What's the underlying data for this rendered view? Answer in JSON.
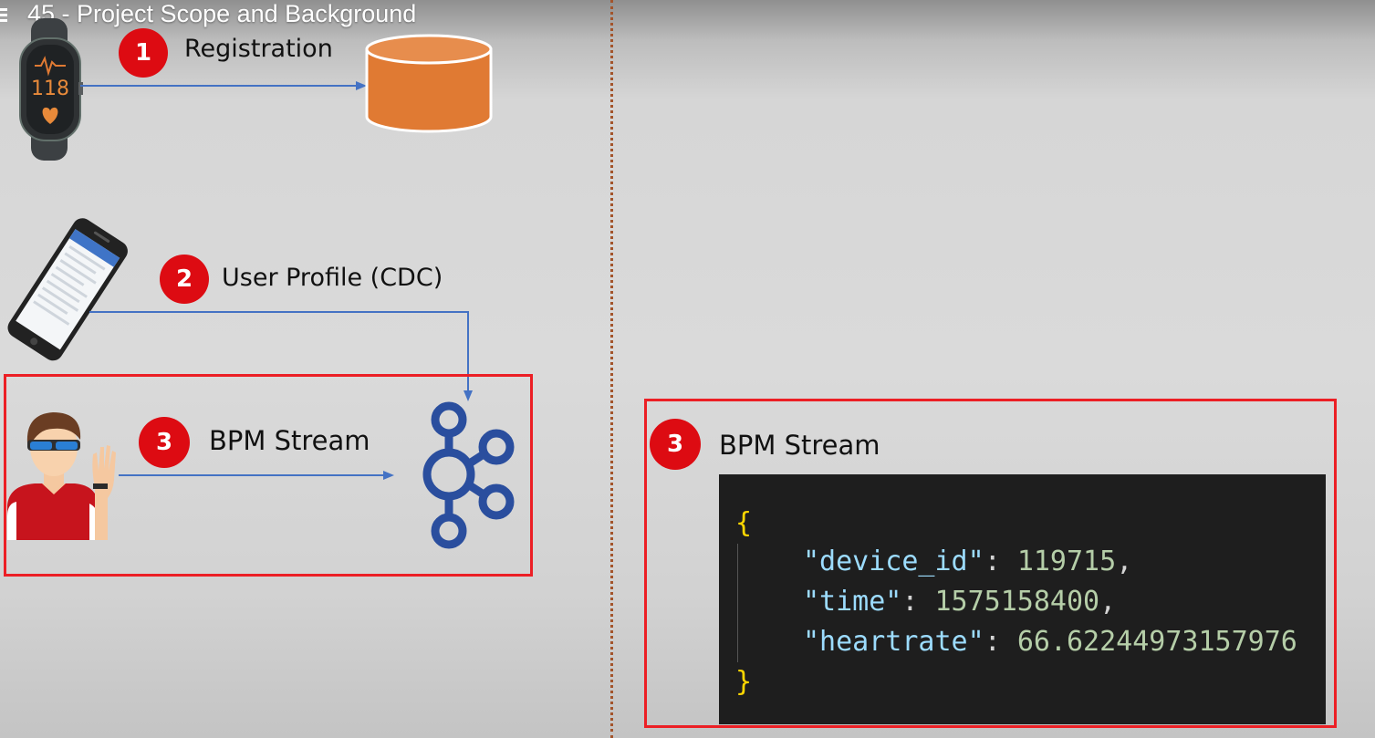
{
  "video": {
    "title": "45 - Project Scope and Background"
  },
  "steps": [
    {
      "number": "1",
      "label": "Registration"
    },
    {
      "number": "2",
      "label": "User Profile (CDC)"
    },
    {
      "number": "3",
      "label": "BPM Stream"
    }
  ],
  "watch": {
    "display": "118"
  },
  "detail": {
    "number": "3",
    "label": "BPM Stream",
    "code": {
      "open": "{",
      "close": "}",
      "rows": [
        {
          "key": "\"device_id\"",
          "value": "119715",
          "suffix": ","
        },
        {
          "key": "\"time\"",
          "value": "1575158400",
          "suffix": ","
        },
        {
          "key": "\"heartrate\"",
          "value": "66.62244973157976",
          "suffix": ""
        }
      ]
    }
  },
  "colors": {
    "badge": "#dd0b12",
    "highlight_box": "#ec1f25",
    "arrow": "#4472c4",
    "database": "#e07a33",
    "kafka": "#2a4e9e",
    "divider": "#a3542b"
  }
}
